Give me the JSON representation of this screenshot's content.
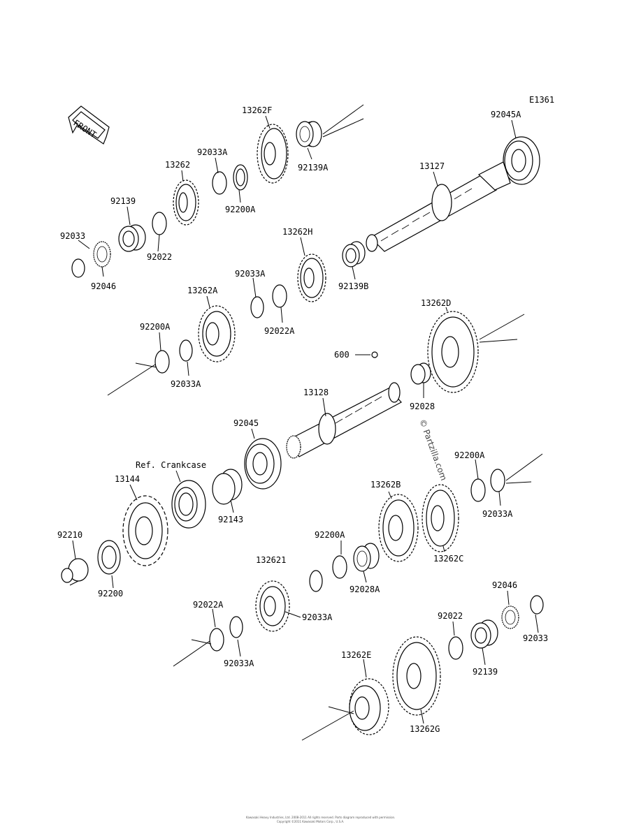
{
  "diagram_id": "E1361",
  "front_label": "FRONT",
  "ref_label": "Ref. Crankcase",
  "watermark": "© Partzilla.com",
  "footer_lines": [
    "Kawasaki Heavy Industries, Ltd. 2008-2011 All rights reserved. Parts diagram reproduced with permission.",
    "Copyright ©2011 Kawasaki Motors Corp., U.S.A."
  ],
  "labels": {
    "l13262F": "13262F",
    "l92045A": "92045A",
    "l92033A_1": "92033A",
    "l13262": "13262",
    "l92139A": "92139A",
    "l13127": "13127",
    "l92200A_1": "92200A",
    "l92139": "92139",
    "l92033": "92033",
    "l92022": "92022",
    "l13262H": "13262H",
    "l92046": "92046",
    "l92139B": "92139B",
    "l92033A_2": "92033A",
    "l13262A": "13262A",
    "l92022A": "92022A",
    "l13262D": "13262D",
    "l92200A_2": "92200A",
    "l600": "600",
    "l92033A_3": "92033A",
    "l13128": "13128",
    "l92028": "92028",
    "l92045": "92045",
    "l92200A_3": "92200A",
    "l13144": "13144",
    "l92143": "92143",
    "l92033A_4": "92033A",
    "l13262B": "13262B",
    "l92210": "92210",
    "l92200A_4": "92200A",
    "l13262C": "13262C",
    "l92200": "92200",
    "l132621": "132621",
    "l92028A": "92028A",
    "l92033A_5": "92033A",
    "l92046_2": "92046",
    "l92022A_2": "92022A",
    "l92022_2": "92022",
    "l92033_2": "92033",
    "l92033A_6": "92033A",
    "l92139_2": "92139",
    "l13262E": "13262E",
    "l13262G": "13262G"
  }
}
